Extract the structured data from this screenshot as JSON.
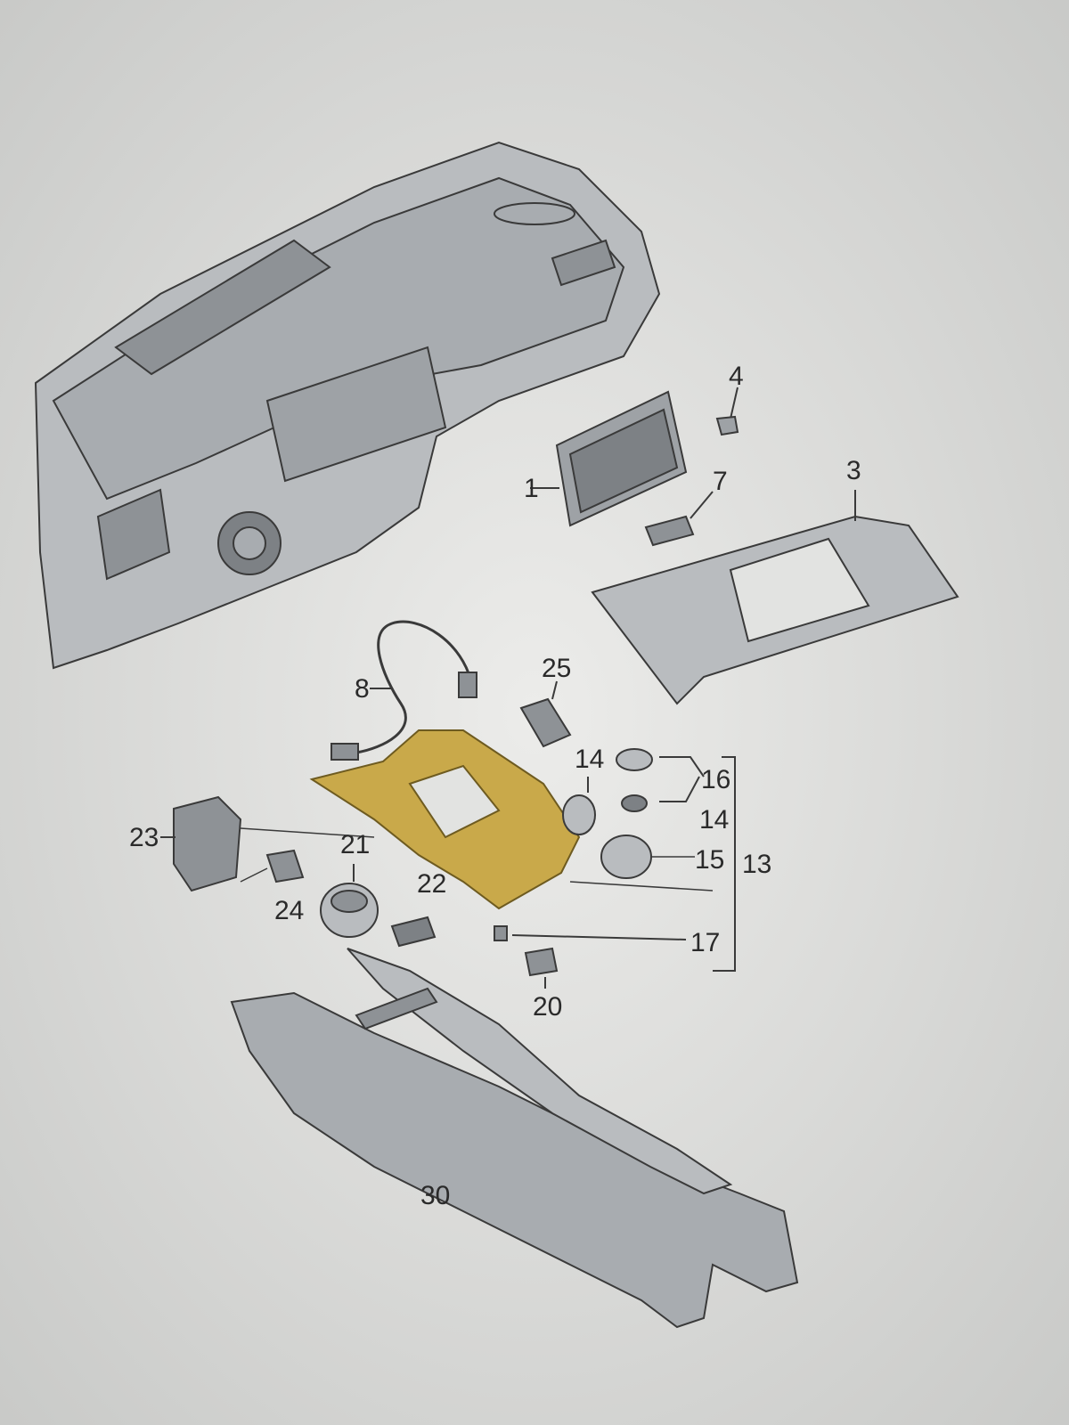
{
  "colors": {
    "background": "#d9dad8",
    "line": "#3a3a3a",
    "part_fill": "#b9bcbf",
    "part_dark": "#8e9296",
    "highlight": "#c9a94a"
  },
  "callouts": {
    "c1": "1",
    "c3": "3",
    "c4": "4",
    "c7": "7",
    "c8": "8",
    "c13": "13",
    "c14a": "14",
    "c14b": "14",
    "c15": "15",
    "c16": "16",
    "c17": "17",
    "c20": "20",
    "c21": "21",
    "c22": "22",
    "c23": "23",
    "c24": "24",
    "c25": "25",
    "c30": "30"
  }
}
